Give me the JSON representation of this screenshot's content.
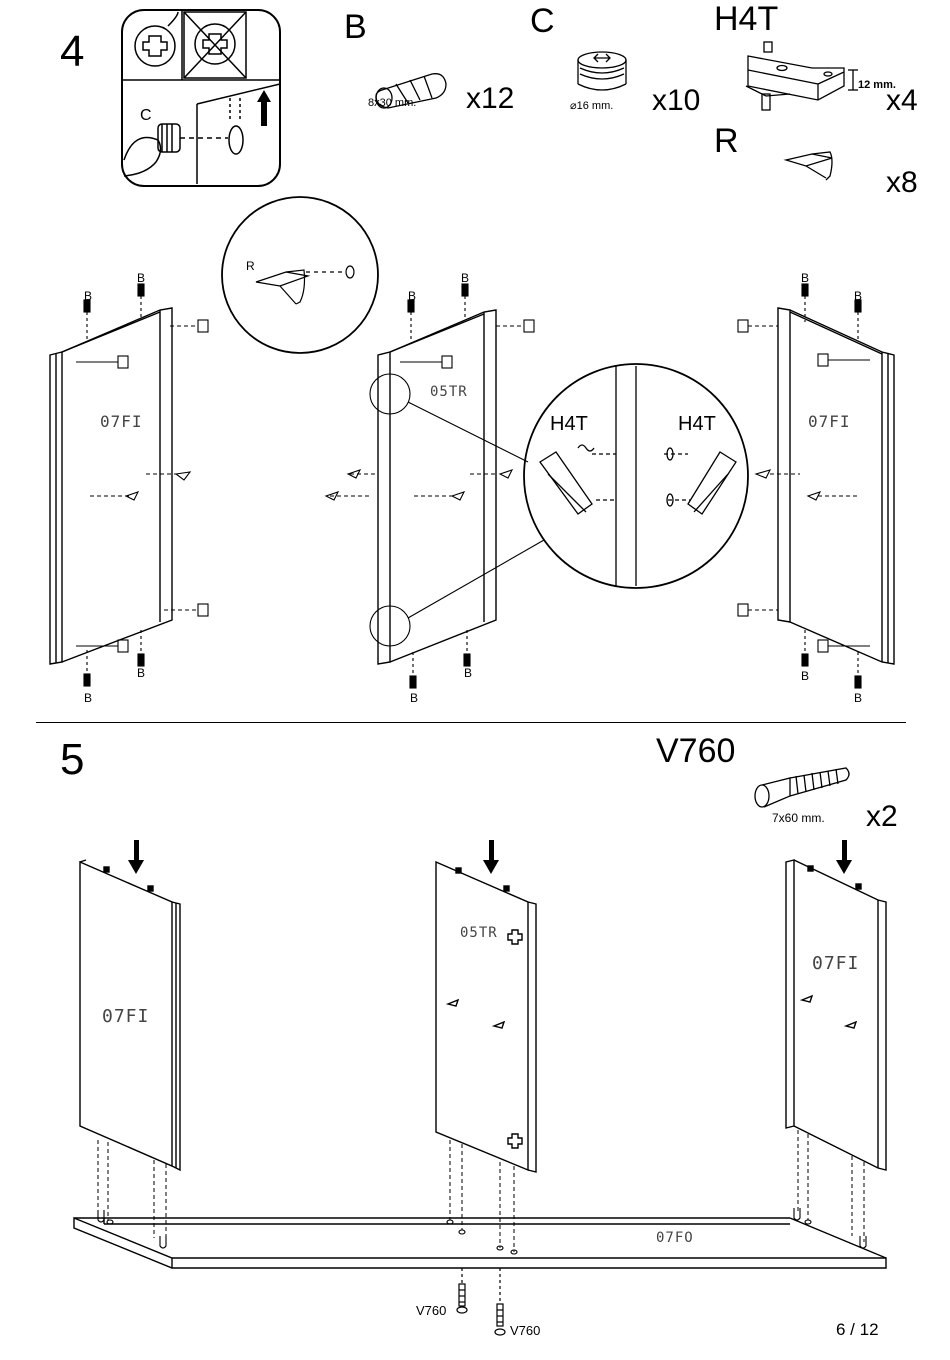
{
  "step4": {
    "number": "4",
    "parts": {
      "B": {
        "code": "B",
        "dimension": "8x30 mm.",
        "quantity": "x12"
      },
      "C": {
        "code": "C",
        "dimension": "⌀16 mm.",
        "quantity": "x10"
      },
      "H4T": {
        "code": "H4T",
        "dimension": "12 mm.",
        "quantity": "x4"
      },
      "R": {
        "code": "R",
        "quantity": "x8"
      }
    },
    "inset_label": "C",
    "detail_label": "R",
    "panel_labels": {
      "left": "07FI",
      "center": "05TR",
      "right": "07FI"
    },
    "zoom_labels": {
      "left": "H4T",
      "right": "H4T"
    },
    "dowel_label": "B"
  },
  "step5": {
    "number": "5",
    "parts": {
      "V760": {
        "code": "V760",
        "dimension": "7x60 mm.",
        "quantity": "x2"
      }
    },
    "panel_labels": {
      "left": "07FI",
      "center": "05TR",
      "right": "07FI",
      "base": "07FO"
    },
    "screw_labels": {
      "left": "V760",
      "right": "V760"
    }
  },
  "footer": {
    "page": "6 / 12"
  },
  "colors": {
    "ink": "#000000",
    "panel_text": "#444444"
  }
}
